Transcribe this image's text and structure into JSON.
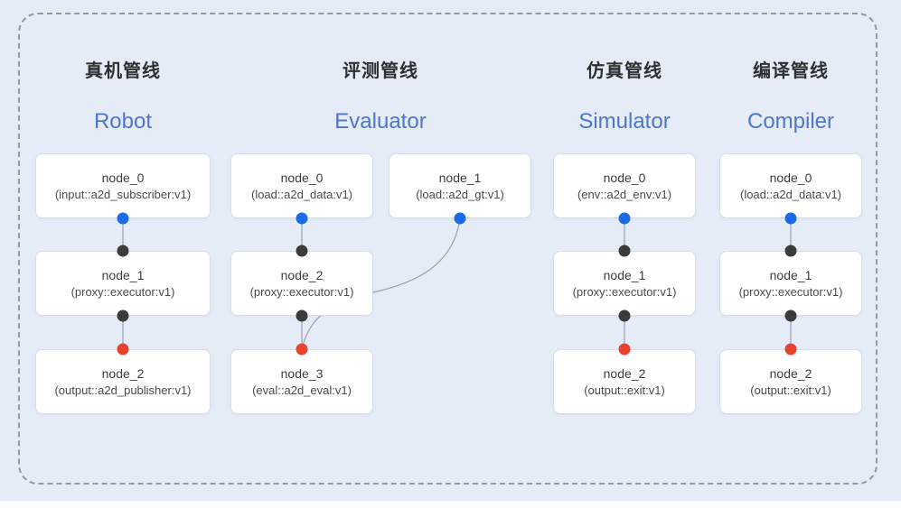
{
  "diagram": {
    "pipelines": [
      {
        "title_zh": "真机管线",
        "title_en": "Robot",
        "nodes": [
          {
            "name": "node_0",
            "type": "(input::a2d_subscriber:v1)"
          },
          {
            "name": "node_1",
            "type": "(proxy::executor:v1)"
          },
          {
            "name": "node_2",
            "type": "(output::a2d_publisher:v1)"
          }
        ]
      },
      {
        "title_zh": "评测管线",
        "title_en": "Evaluator",
        "nodes": [
          {
            "name": "node_0",
            "type": "(load::a2d_data:v1)"
          },
          {
            "name": "node_1",
            "type": "(load::a2d_gt:v1)"
          },
          {
            "name": "node_2",
            "type": "(proxy::executor:v1)"
          },
          {
            "name": "node_3",
            "type": "(eval::a2d_eval:v1)"
          }
        ]
      },
      {
        "title_zh": "仿真管线",
        "title_en": "Simulator",
        "nodes": [
          {
            "name": "node_0",
            "type": "(env::a2d_env:v1)"
          },
          {
            "name": "node_1",
            "type": "(proxy::executor:v1)"
          },
          {
            "name": "node_2",
            "type": "(output::exit:v1)"
          }
        ]
      },
      {
        "title_zh": "编译管线",
        "title_en": "Compiler",
        "nodes": [
          {
            "name": "node_0",
            "type": "(load::a2d_data:v1)"
          },
          {
            "name": "node_1",
            "type": "(proxy::executor:v1)"
          },
          {
            "name": "node_2",
            "type": "(output::exit:v1)"
          }
        ]
      }
    ],
    "colors": {
      "background": "#e6ebf8",
      "port_source_blue": "#1a6be4",
      "port_proxy_dark": "#3b3b3b",
      "port_sink_red": "#e7432e",
      "subtitle_blue": "#4d77c8",
      "edge_gray": "#97a1b6",
      "frame_dash_gray": "#9298a6"
    }
  }
}
